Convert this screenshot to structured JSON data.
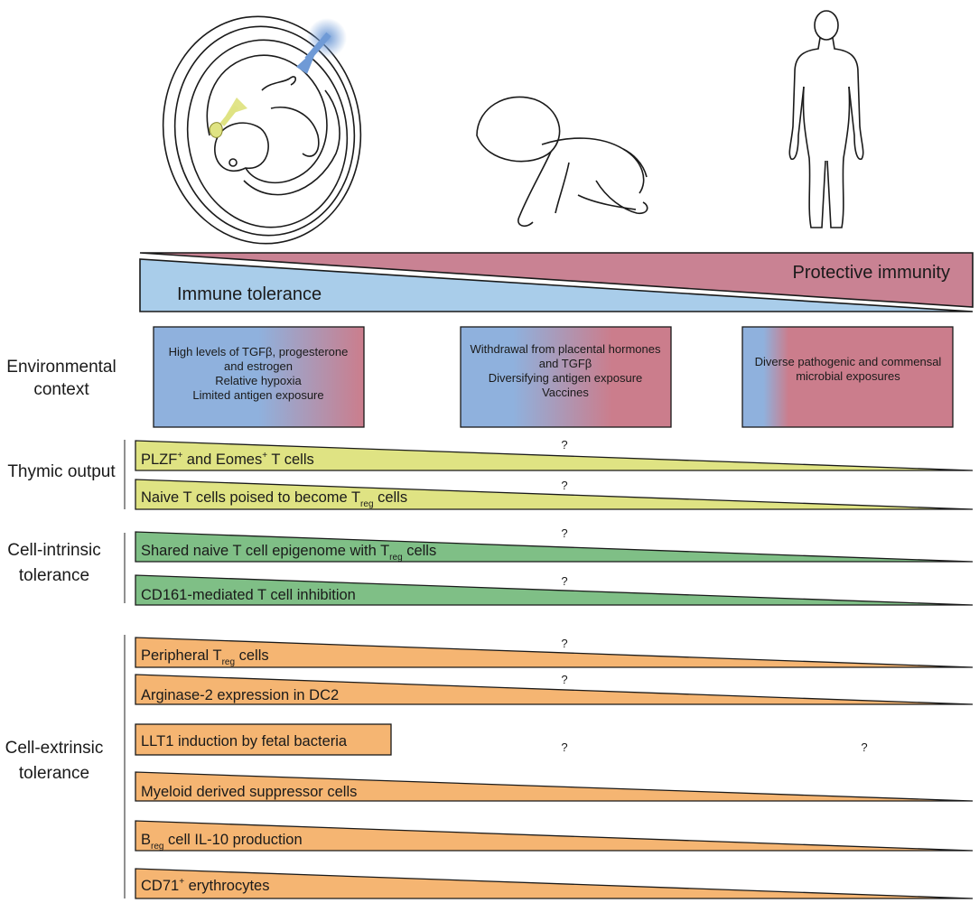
{
  "sections": {
    "environmental": [
      "Environmental",
      "context"
    ],
    "thymic": [
      "Thymic output"
    ],
    "intrinsic": [
      "Cell-intrinsic",
      "tolerance"
    ],
    "extrinsic": [
      "Cell-extrinsic",
      "tolerance"
    ]
  },
  "gradient": {
    "tolerance_label": "Immune tolerance",
    "immunity_label": "Protective immunity",
    "tolerance_color": "#a9cdea",
    "immunity_color": "#c98293"
  },
  "stages": [
    "fetus-in-utero",
    "infant",
    "adult"
  ],
  "environment_boxes": [
    {
      "lines": [
        "High levels of TGFβ, progesterone",
        "and estrogen",
        "Relative hypoxia",
        "Limited antigen exposure"
      ]
    },
    {
      "lines": [
        "Withdrawal from placental hormones",
        "and TGFβ",
        "Diversifying antigen exposure",
        "Vaccines"
      ]
    },
    {
      "lines": [
        "Diverse pathogenic and commensal",
        "microbial exposures"
      ]
    }
  ],
  "colors": {
    "thymic": "#dfe383",
    "intrinsic": "#7fbf86",
    "extrinsic": "#f5b572",
    "box_blue": "#8fb1dd",
    "box_red": "#cb7d8c"
  },
  "bars": {
    "plzf": {
      "main": "PLZF",
      "sup1": "+",
      "mid": " and Eomes",
      "sup2": "+",
      "tail": " T cells"
    },
    "naive_treg": {
      "main": "Naive T cells poised to become T",
      "sub": "reg",
      "tail": " cells"
    },
    "epigenome": {
      "main": "Shared naive T cell epigenome with T",
      "sub": "reg",
      "tail": " cells"
    },
    "cd161": {
      "main": "CD161-mediated T cell inhibition"
    },
    "ptreg": {
      "main": "Peripheral T",
      "sub": "reg",
      "tail": " cells"
    },
    "arginase": {
      "main": "Arginase-2 expression in DC2"
    },
    "llt1": {
      "main": "LLT1 induction by fetal bacteria"
    },
    "mdsc": {
      "main": "Myeloid derived suppressor cells"
    },
    "breg": {
      "pre": "B",
      "sub": "reg",
      "tail": " cell IL-10 production"
    },
    "cd71": {
      "main": "CD71",
      "sup1": "+",
      "tail": " erythrocytes"
    }
  },
  "question_mark": "?"
}
